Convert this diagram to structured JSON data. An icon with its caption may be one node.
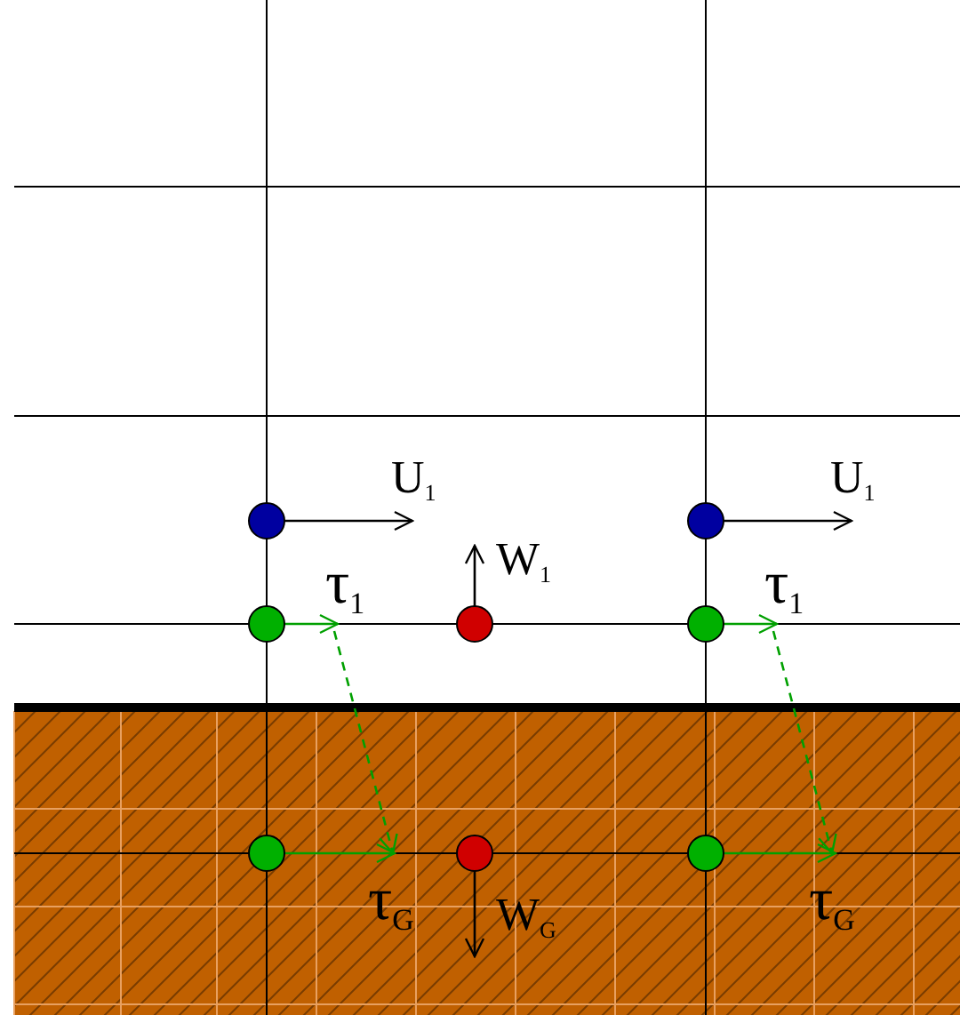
{
  "diagram": {
    "nodes": [
      {
        "text": [],
        "shape": "circle"
      },
      {
        "text": [],
        "shape": "circle"
      },
      {
        "text": [],
        "shape": "circle"
      },
      {
        "text": [],
        "shape": "circle"
      },
      {
        "text": [],
        "shape": "circle"
      },
      {
        "text": [],
        "shape": "circle"
      },
      {
        "text": [],
        "shape": "circle"
      },
      {
        "text": [],
        "shape": "circle"
      }
    ],
    "edges": [
      {
        "from": 0,
        "to": null,
        "arrow": "to",
        "label": "U$_{1}$",
        "color": "#000000"
      },
      {
        "from": 1,
        "to": null,
        "arrow": "to",
        "label": "U$_{1}$",
        "color": "#000000"
      },
      {
        "from": 2,
        "to": null,
        "arrow": "to",
        "label": "τ$_{1}$",
        "color": "#00a000"
      },
      {
        "from": 3,
        "to": null,
        "arrow": "to",
        "label": "W$_{1}$",
        "color": "#000000"
      },
      {
        "from": 4,
        "to": null,
        "arrow": "to",
        "label": "τ$_{1}$",
        "color": "#00a000"
      },
      {
        "from": 5,
        "to": null,
        "arrow": "to",
        "label": "τ$_{G}$",
        "color": "#00a000"
      },
      {
        "from": 6,
        "to": null,
        "arrow": "to",
        "label": "W$_{G}$",
        "color": "#000000"
      },
      {
        "from": 7,
        "to": null,
        "arrow": "to",
        "label": "τ$_{G}$",
        "color": "#00a000"
      }
    ]
  }
}
